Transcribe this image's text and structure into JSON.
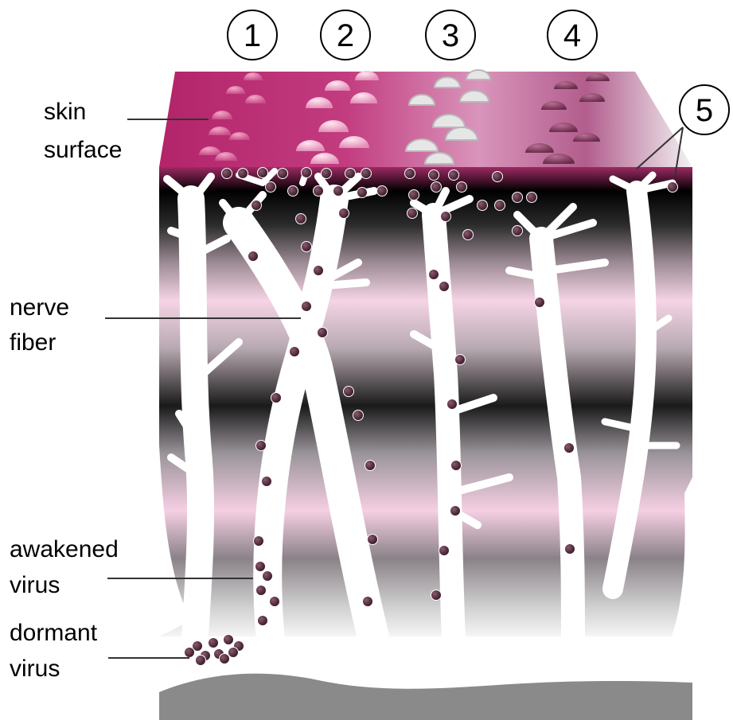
{
  "stage_numbers": [
    "1",
    "2",
    "3",
    "4",
    "5"
  ],
  "labels": {
    "skin_surface": [
      "skin",
      "surface"
    ],
    "nerve_fiber": [
      "nerve",
      "fiber"
    ],
    "awakened_virus": [
      "awakened",
      "virus"
    ],
    "dormant_virus": [
      "dormant",
      "virus"
    ]
  },
  "colors": {
    "skin": "#b02a6a",
    "skin_light": "#d8a0bf",
    "tissue_dark": "#111111",
    "tissue_pink": "#f7d6e7",
    "nerve": "#ffffff",
    "virus": "#5a2a3f",
    "base": "#8a8a8a"
  }
}
